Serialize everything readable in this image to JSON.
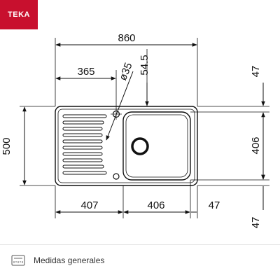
{
  "brand": {
    "logo_text": "TEKA",
    "logo_color": "#c8102e"
  },
  "drawing": {
    "total_width": "860",
    "to_center": "365",
    "diameter": "ø35",
    "edge_offset": "54.5",
    "depth": "500",
    "bowl_depth": "406",
    "top_margin": "47",
    "bottom_margin": "47",
    "drainer_width": "407",
    "bowl_width": "406",
    "right_margin": "47"
  },
  "footer": {
    "label": "Medidas generales",
    "icon": "ruler-icon"
  }
}
